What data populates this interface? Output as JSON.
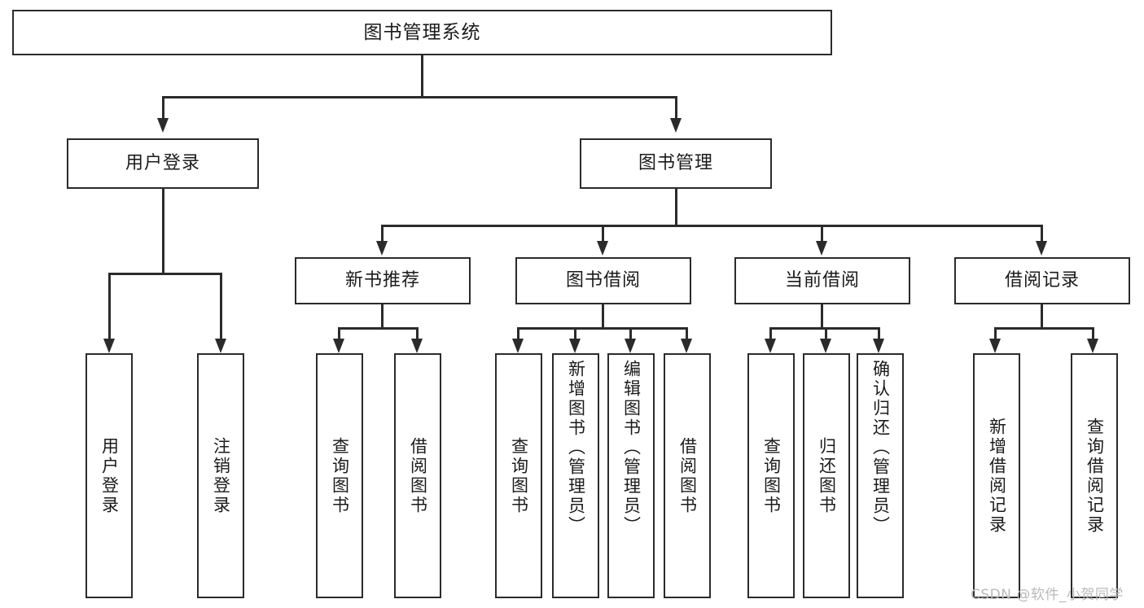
{
  "diagram": {
    "title": "图书管理系统",
    "type": "hierarchy-tree",
    "root": {
      "label": "图书管理系统"
    },
    "level1": [
      {
        "label": "用户登录"
      },
      {
        "label": "图书管理"
      }
    ],
    "level2": [
      {
        "label": "新书推荐"
      },
      {
        "label": "图书借阅"
      },
      {
        "label": "当前借阅"
      },
      {
        "label": "借阅记录"
      }
    ],
    "leaves": {
      "user_login": [
        {
          "label": "用户登录"
        },
        {
          "label": "注销登录"
        }
      ],
      "new_book_recommend": [
        {
          "label": "查询图书"
        },
        {
          "label": "借阅图书"
        }
      ],
      "book_borrow": [
        {
          "label": "查询图书"
        },
        {
          "label": "新增图书（管理员）"
        },
        {
          "label": "编辑图书（管理员）"
        },
        {
          "label": "借阅图书"
        }
      ],
      "current_borrow": [
        {
          "label": "查询图书"
        },
        {
          "label": "归还图书"
        },
        {
          "label": "确认归还（管理员）"
        }
      ],
      "borrow_record": [
        {
          "label": "新增借阅记录"
        },
        {
          "label": "查询借阅记录"
        }
      ]
    }
  },
  "watermark": {
    "text": "CSDN @软件_小贺同学"
  },
  "colors": {
    "stroke": "#2b2b2b",
    "background": "#ffffff",
    "text": "#1b1b1b",
    "watermark": "#b9b9b9"
  }
}
